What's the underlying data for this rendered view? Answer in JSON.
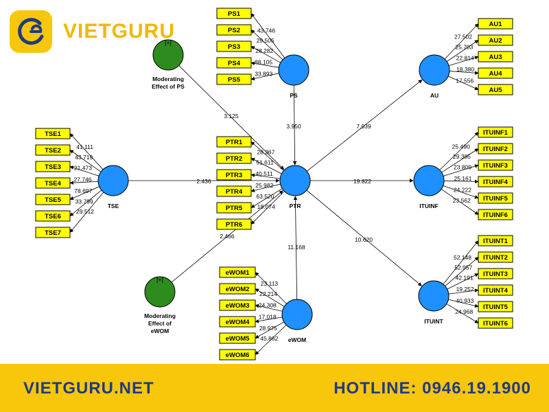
{
  "brand": {
    "name": "VIETGURU"
  },
  "footer": {
    "website": "VIETGURU.NET",
    "hotline": "HOTLINE: 0946.19.1900"
  },
  "colors": {
    "latent": "#1e90ff",
    "moderator": "#2e8b1e",
    "indicator": "#ffff00",
    "brand": "#f8c60a",
    "footer_text": "#1e3a86"
  },
  "constructs": [
    {
      "id": "PS",
      "label": "PS",
      "indicators": [
        "PS1",
        "PS2",
        "PS3",
        "PS4",
        "PS5"
      ],
      "loadings": [
        "43.746",
        "29.505",
        "28.282",
        "88.105",
        "33.893"
      ]
    },
    {
      "id": "AU",
      "label": "AU",
      "indicators": [
        "AU1",
        "AU2",
        "AU3",
        "AU4",
        "AU5"
      ],
      "loadings": [
        "27.502",
        "25.703",
        "22.814",
        "18.380",
        "17.556"
      ]
    },
    {
      "id": "TSE",
      "label": "TSE",
      "indicators": [
        "TSE1",
        "TSE2",
        "TSE3",
        "TSE4",
        "TSE5",
        "TSE6",
        "TSE7"
      ],
      "loadings": [
        "41.111",
        "43.719",
        "21.473",
        "27.746",
        "78.697",
        "33.799",
        "29.512"
      ]
    },
    {
      "id": "PTR",
      "label": "PTR",
      "indicators": [
        "PTR1",
        "PTR2",
        "PTR3",
        "PTR4",
        "PTR5",
        "PTR6"
      ],
      "loadings": [
        "28.367",
        "51.611",
        "40.511",
        "25.982",
        "63.520",
        "18.074"
      ]
    },
    {
      "id": "ITUINF",
      "label": "ITUINF",
      "indicators": [
        "ITUINF1",
        "ITUINF2",
        "ITUINF3",
        "ITUINF4",
        "ITUINF5",
        "ITUINF6"
      ],
      "loadings": [
        "25.490",
        "29.385",
        "23.809",
        "25.161",
        "24.222",
        "23.562"
      ]
    },
    {
      "id": "ITUINT",
      "label": "ITUINT",
      "indicators": [
        "ITUINT1",
        "ITUINT2",
        "ITUINT3",
        "ITUINT4",
        "ITUINT5",
        "ITUINT6"
      ],
      "loadings": [
        "52.148",
        "52.957",
        "42.191",
        "19.252",
        "40.933",
        "24.968"
      ]
    },
    {
      "id": "eWOM",
      "label": "eWOM",
      "indicators": [
        "eWOM1",
        "eWOM2",
        "eWOM3",
        "eWOM4",
        "eWOM5",
        "eWOM6"
      ],
      "loadings": [
        "23.113",
        "22.214",
        "24.308",
        "17.018",
        "28.975",
        "45.862"
      ]
    }
  ],
  "moderators": [
    {
      "id": "MPS",
      "symbol": "[+]",
      "label_lines": [
        "Moderating",
        "Effect of PS"
      ]
    },
    {
      "id": "MEWOM",
      "symbol": "[+]",
      "label_lines": [
        "Moderating",
        "Effect of",
        "eWOM"
      ]
    }
  ],
  "paths": [
    {
      "from": "MPS",
      "to": "PTR",
      "value": "3.125"
    },
    {
      "from": "PS",
      "to": "PTR",
      "value": "3.950"
    },
    {
      "from": "PTR",
      "to": "AU",
      "value": "7.939"
    },
    {
      "from": "TSE",
      "to": "PTR",
      "value": "2.436"
    },
    {
      "from": "PTR",
      "to": "ITUINF",
      "value": "19.822"
    },
    {
      "from": "MEWOM",
      "to": "PTR",
      "value": "2.466"
    },
    {
      "from": "eWOM",
      "to": "PTR",
      "value": "11.168"
    },
    {
      "from": "PTR",
      "to": "ITUINT",
      "value": "10.620"
    }
  ]
}
